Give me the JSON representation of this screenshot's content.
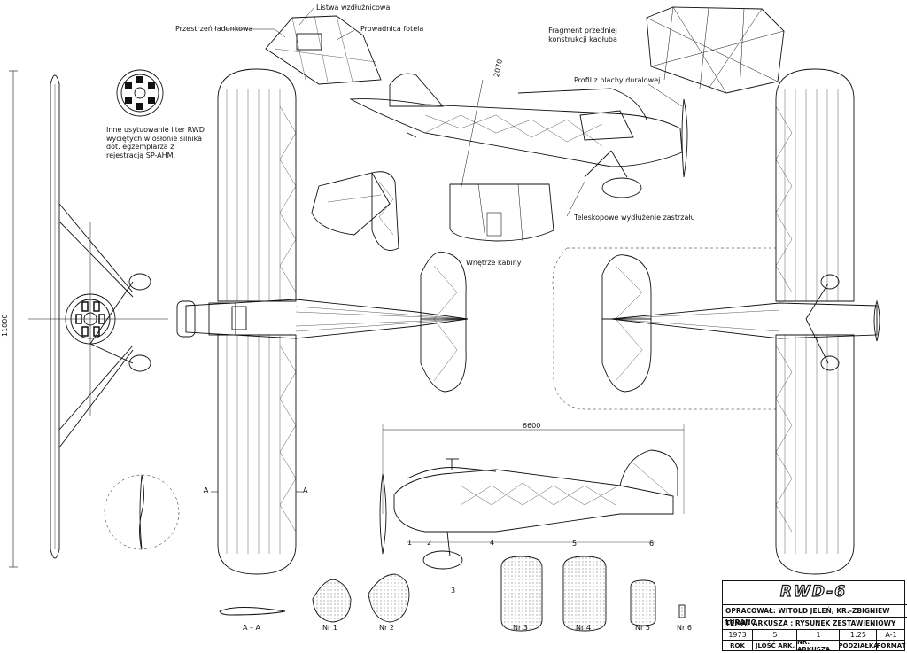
{
  "labels": {
    "cargo_space": "Przestrzeń ładunkowa",
    "longeron": "Listwa wzdłużnicowa",
    "seat_guide": "Prowadnica fotela",
    "fuselage_front": "Fragment przedniej konstrukcji kadłuba",
    "duralumin_profile": "Profil z blachy duralowej",
    "telescopic_strut": "Teleskopowe wydłużenie zastrzału",
    "cabin_interior": "Wnętrze kabiny",
    "letters_note": "Inne usytuowanie liter RWD wyciętych w osłonie silnika dot. egzemplarza z rejestracją SP-AHM."
  },
  "dimensions": {
    "height": "2070",
    "span": "11000",
    "length": "6600"
  },
  "sections": {
    "aa": "A – A",
    "a_left": "A",
    "a_right": "A",
    "nr1": "Nr 1",
    "nr2": "Nr 2",
    "nr3": "Nr 3",
    "nr4": "Nr 4",
    "nr5": "Nr 5",
    "nr6": "Nr 6",
    "m1": "1",
    "m2": "2",
    "m3": "3",
    "m4": "4",
    "m5": "5",
    "m6": "6"
  },
  "title_block": {
    "title": "RWD-6",
    "authors": "OPRACOWAŁ: WITOLD JELEŃ, KR.-ZBIGNIEW LURANC",
    "sheet_topic": "TEMAT ARKUSZA : RYSUNEK ZESTAWIENIOWY",
    "values": [
      "1973",
      "5",
      "1",
      "1:25",
      "A-1"
    ],
    "headers": [
      "ROK",
      "JLOŚĆ ARK.",
      "NR. ARKUSZA",
      "PODZIAŁKA",
      "FORMAT"
    ]
  }
}
